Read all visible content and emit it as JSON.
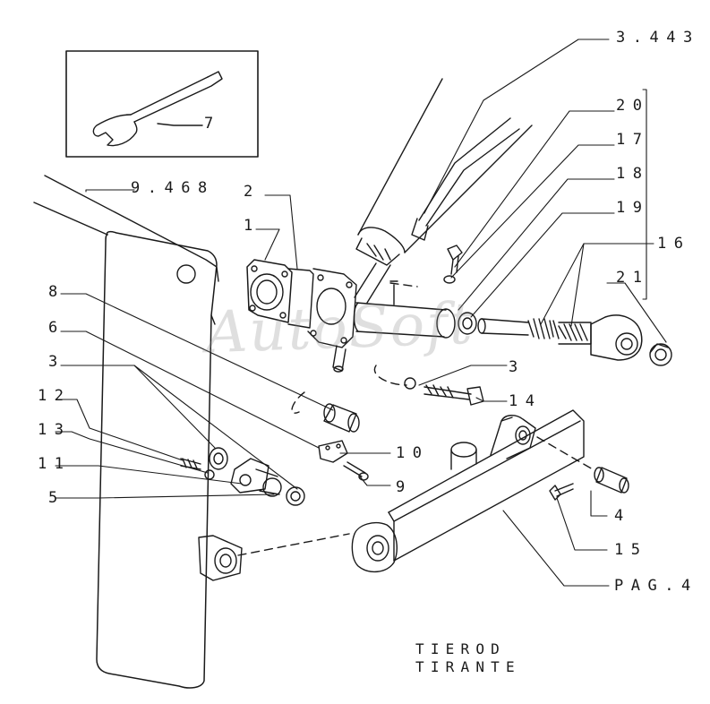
{
  "title": {
    "line1": "TIEROD",
    "line2": "TIRANTE"
  },
  "watermark": "AutoSoft",
  "inset": {
    "label": "7"
  },
  "labels": {
    "ref_3443": "3.443",
    "ref_9468": "9.468",
    "p20": "20",
    "p17": "17",
    "p18": "18",
    "p19": "19",
    "p16": "16",
    "p21": "21",
    "p2": "2",
    "p1": "1",
    "p8": "8",
    "p6": "6",
    "p3": "3",
    "p12": "12",
    "p13": "13",
    "p11": "11",
    "p5": "5",
    "p3_right": "3",
    "p14": "14",
    "p10": "10",
    "p9": "9",
    "p4": "4",
    "p15": "15",
    "pag4": "PAG.4"
  },
  "colors": {
    "ink": "#1a1a1a",
    "background": "#ffffff"
  }
}
